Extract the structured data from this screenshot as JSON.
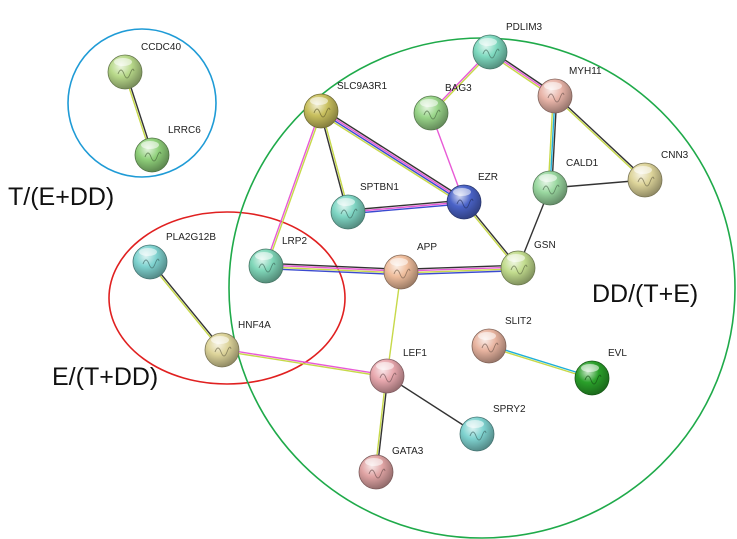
{
  "groups": [
    {
      "id": "T",
      "label": "T/(E+DD)",
      "color": "#1f9bd6"
    },
    {
      "id": "E",
      "label": "E/(T+DD)",
      "color": "#e02020"
    },
    {
      "id": "DD",
      "label": "DD/(T+E)",
      "color": "#1faa4a"
    }
  ],
  "nodes": [
    {
      "id": "CCDC40",
      "label": "CCDC40",
      "color": "#b8d98a"
    },
    {
      "id": "LRRC6",
      "label": "LRRC6",
      "color": "#8fd07a"
    },
    {
      "id": "PLA2G12B",
      "label": "PLA2G12B",
      "color": "#7fd3d0"
    },
    {
      "id": "HNF4A",
      "label": "HNF4A",
      "color": "#ddd49a"
    },
    {
      "id": "LRP2",
      "label": "LRP2",
      "color": "#7fd6b8"
    },
    {
      "id": "SLC9A3R1",
      "label": "SLC9A3R1",
      "color": "#c9c05e"
    },
    {
      "id": "SPTBN1",
      "label": "SPTBN1",
      "color": "#7fd6c4"
    },
    {
      "id": "BAG3",
      "label": "BAG3",
      "color": "#9ad68a"
    },
    {
      "id": "PDLIM3",
      "label": "PDLIM3",
      "color": "#7fdac0"
    },
    {
      "id": "MYH11",
      "label": "MYH11",
      "color": "#e8b4a8"
    },
    {
      "id": "EZR",
      "label": "EZR",
      "color": "#4a63c8"
    },
    {
      "id": "CALD1",
      "label": "CALD1",
      "color": "#9ad8a0"
    },
    {
      "id": "CNN3",
      "label": "CNN3",
      "color": "#ddd49a"
    },
    {
      "id": "APP",
      "label": "APP",
      "color": "#efbd9c"
    },
    {
      "id": "GSN",
      "label": "GSN",
      "color": "#c2dc8e"
    },
    {
      "id": "SLIT2",
      "label": "SLIT2",
      "color": "#e8b4a0"
    },
    {
      "id": "EVL",
      "label": "EVL",
      "color": "#2aa02a"
    },
    {
      "id": "LEF1",
      "label": "LEF1",
      "color": "#e8a8ae"
    },
    {
      "id": "SPRY2",
      "label": "SPRY2",
      "color": "#7fd3d0"
    },
    {
      "id": "GATA3",
      "label": "GATA3",
      "color": "#e0a4a4"
    }
  ],
  "edges": [
    {
      "from": "CCDC40",
      "to": "LRRC6",
      "colors": [
        "#333333",
        "#c7d94a"
      ]
    },
    {
      "from": "PLA2G12B",
      "to": "HNF4A",
      "colors": [
        "#333333",
        "#c7d94a"
      ]
    },
    {
      "from": "HNF4A",
      "to": "LEF1",
      "colors": [
        "#e85ad6",
        "#c7d94a"
      ]
    },
    {
      "from": "LRP2",
      "to": "SLC9A3R1",
      "colors": [
        "#e85ad6",
        "#c7d94a"
      ]
    },
    {
      "from": "LRP2",
      "to": "APP",
      "colors": [
        "#333333",
        "#e85ad6",
        "#c7d94a",
        "#3b4ad0"
      ]
    },
    {
      "from": "APP",
      "to": "GSN",
      "colors": [
        "#333333",
        "#e85ad6",
        "#c7d94a",
        "#3b4ad0"
      ]
    },
    {
      "from": "APP",
      "to": "LEF1",
      "colors": [
        "#c7d94a"
      ]
    },
    {
      "from": "SLC9A3R1",
      "to": "SPTBN1",
      "colors": [
        "#c7d94a",
        "#333333"
      ]
    },
    {
      "from": "SLC9A3R1",
      "to": "EZR",
      "colors": [
        "#333333",
        "#e85ad6",
        "#3b4ad0",
        "#c7d94a"
      ]
    },
    {
      "from": "SPTBN1",
      "to": "EZR",
      "colors": [
        "#333333",
        "#e85ad6",
        "#3b4ad0"
      ]
    },
    {
      "from": "BAG3",
      "to": "PDLIM3",
      "colors": [
        "#e85ad6",
        "#c7d94a"
      ]
    },
    {
      "from": "BAG3",
      "to": "EZR",
      "colors": [
        "#e85ad6"
      ]
    },
    {
      "from": "PDLIM3",
      "to": "MYH11",
      "colors": [
        "#333333",
        "#e85ad6",
        "#c7d94a"
      ]
    },
    {
      "from": "MYH11",
      "to": "CALD1",
      "colors": [
        "#333333",
        "#1fb0d8",
        "#c7d94a"
      ]
    },
    {
      "from": "MYH11",
      "to": "CNN3",
      "colors": [
        "#333333",
        "#c7d94a"
      ]
    },
    {
      "from": "CALD1",
      "to": "CNN3",
      "colors": [
        "#333333"
      ]
    },
    {
      "from": "CALD1",
      "to": "GSN",
      "colors": [
        "#333333"
      ]
    },
    {
      "from": "EZR",
      "to": "GSN",
      "colors": [
        "#333333",
        "#c7d94a"
      ]
    },
    {
      "from": "SLIT2",
      "to": "EVL",
      "colors": [
        "#1fb0d8",
        "#c7d94a"
      ]
    },
    {
      "from": "LEF1",
      "to": "SPRY2",
      "colors": [
        "#333333"
      ]
    },
    {
      "from": "LEF1",
      "to": "GATA3",
      "colors": [
        "#333333",
        "#c7d94a"
      ]
    }
  ]
}
